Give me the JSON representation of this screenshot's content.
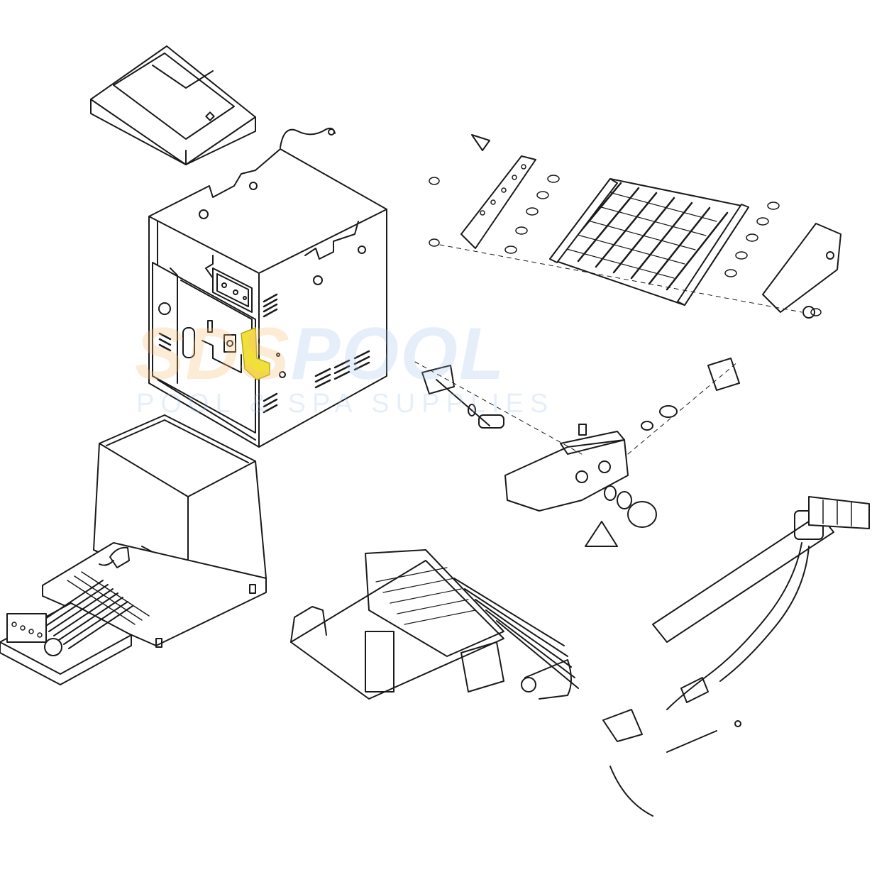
{
  "watermark": {
    "brand_prefix": "SDS",
    "brand_main": "POOL",
    "tagline": "POOL & SPA SUPPLIES",
    "prefix_color": "#f6c27a",
    "main_color": "#9ec3ea",
    "opacity": 0.18
  },
  "diagram": {
    "line_color": "#1a1a1a",
    "highlight_color": "#f2e03a",
    "highlighted_part": "control-box-bracket"
  }
}
